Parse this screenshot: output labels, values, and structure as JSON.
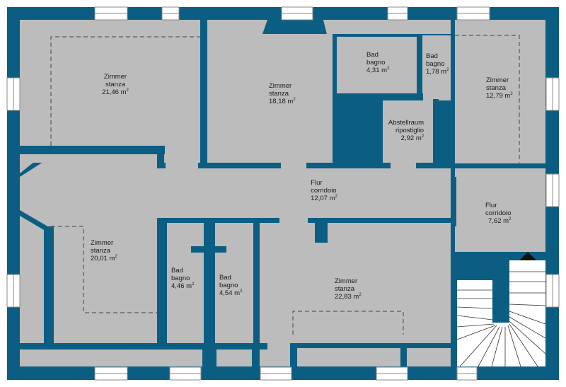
{
  "floorplan": {
    "colors": {
      "wall": "#0b5e82",
      "floor": "#bcbcbc",
      "window": "#ffffff",
      "stair": "#ffffff",
      "dash": "#444444"
    },
    "area_unit": "m",
    "area_unit_exp": "2",
    "rooms": [
      {
        "id": "zimmer-nw",
        "line1": "Zimmer",
        "line2": "stanza",
        "area": "21,46"
      },
      {
        "id": "zimmer-n",
        "line1": "Zimmer",
        "line2": "stanza",
        "area": "18,18"
      },
      {
        "id": "bad-n1",
        "line1": "Bad",
        "line2": "bagno",
        "area": "4,31"
      },
      {
        "id": "bad-n2",
        "line1": "Bad",
        "line2": "bagno",
        "area": "1,78"
      },
      {
        "id": "zimmer-ne",
        "line1": "Zimmer",
        "line2": "stanza",
        "area": "12,79"
      },
      {
        "id": "abstellraum",
        "line1": "Abstellraum",
        "line2": "ripostiglio",
        "area": "2,92"
      },
      {
        "id": "flur-main",
        "line1": "Flur",
        "line2": "corridoio",
        "area": "12,07"
      },
      {
        "id": "flur-east",
        "line1": "Flur",
        "line2": "corridoio",
        "area": "7,62"
      },
      {
        "id": "zimmer-w",
        "line1": "Zimmer",
        "line2": "stanza",
        "area": "20,01"
      },
      {
        "id": "bad-s1",
        "line1": "Bad",
        "line2": "bagno",
        "area": "4,46"
      },
      {
        "id": "bad-s2",
        "line1": "Bad",
        "line2": "bagno",
        "area": "4,54"
      },
      {
        "id": "zimmer-s",
        "line1": "Zimmer",
        "line2": "stanza",
        "area": "22,83"
      }
    ]
  }
}
